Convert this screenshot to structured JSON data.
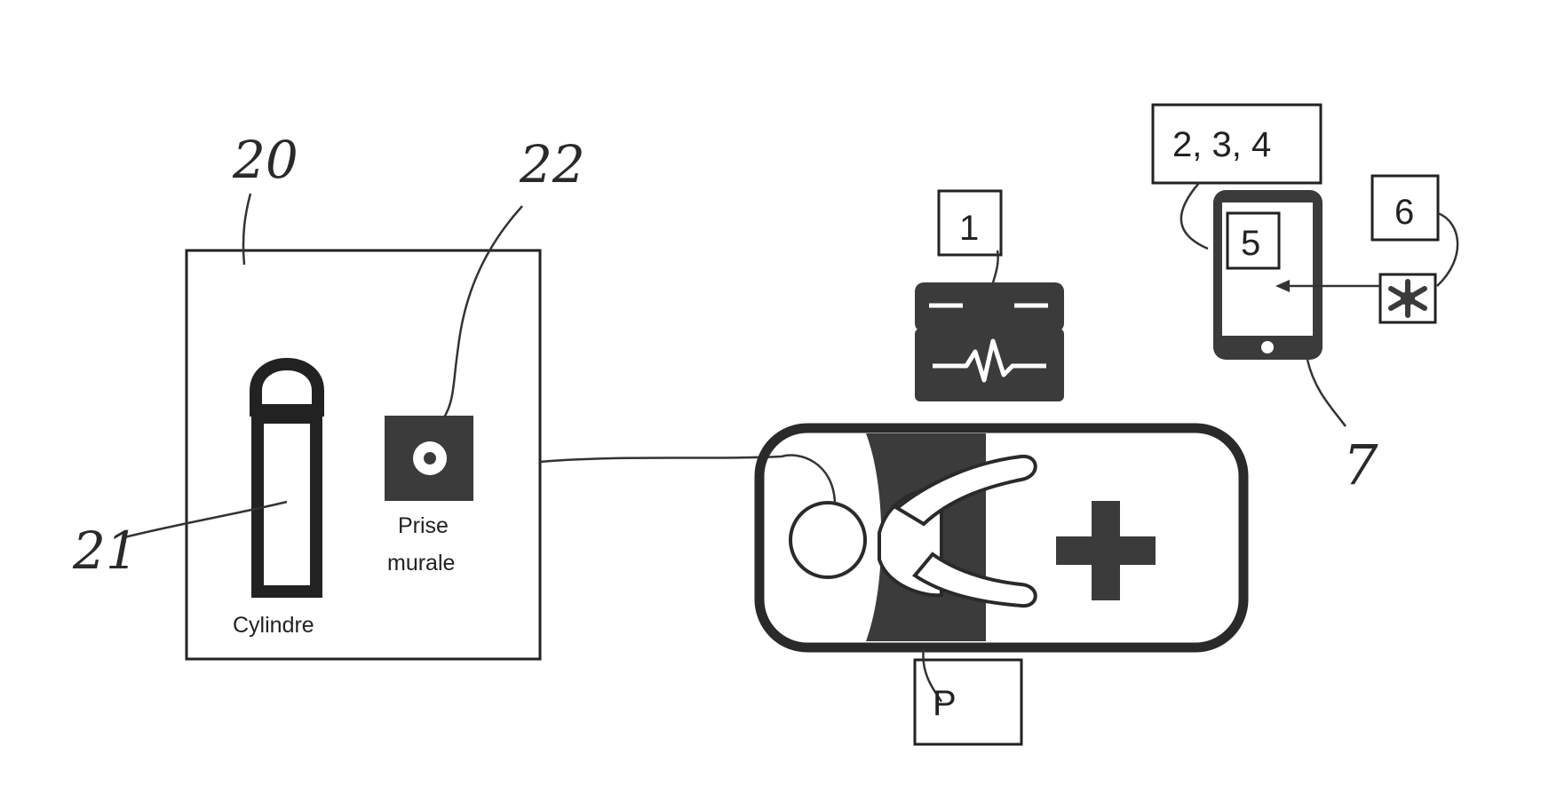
{
  "refs": {
    "box_20": "20",
    "cylinder_21": "21",
    "wall_outlet_22": "22",
    "monitor_1": "1",
    "apps_234": "2, 3, 4",
    "screen_5": "5",
    "sensor_6": "6",
    "smartphone_7": "7",
    "patient_p": "P"
  },
  "labels": {
    "cylinder": "Cylindre",
    "outlet_line1": "Prise",
    "outlet_line2": "murale"
  },
  "colors": {
    "stroke": "#222222",
    "dark_fill": "#3b3b3b",
    "light_fill": "#ffffff"
  }
}
